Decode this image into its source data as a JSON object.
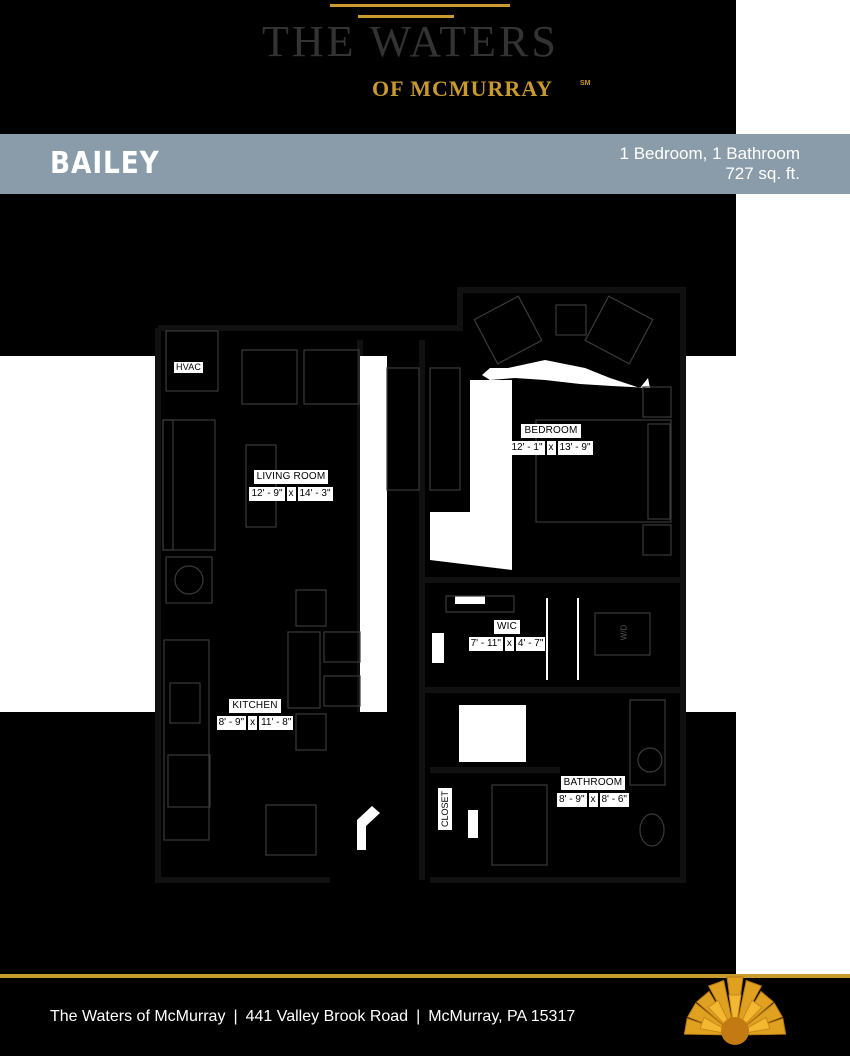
{
  "brand": {
    "name": "THE WATERS",
    "sub": "OF MCMURRAY",
    "mark": "SM",
    "gold": "#c99a2e",
    "band": "#8a9caa"
  },
  "plan": {
    "name": "BAILEY",
    "beds_baths": "1 Bedroom, 1 Bathroom",
    "area": "727 sq. ft."
  },
  "rooms": {
    "hvac": "HVAC",
    "living": {
      "name": "LIVING ROOM",
      "w": "12' - 9\"",
      "x": "x",
      "d": "14' - 3\""
    },
    "bedroom": {
      "name": "BEDROOM",
      "w": "12' - 1\"",
      "x": "x",
      "d": "13' - 9\""
    },
    "wic": {
      "name": "WIC",
      "w": "7' - 11\"",
      "x": "x",
      "d": "4' - 7\""
    },
    "kitchen": {
      "name": "KITCHEN",
      "w": "8' - 9\"",
      "x": "x",
      "d": "11' - 8\""
    },
    "bathroom": {
      "name": "BATHROOM",
      "w": "8' - 9\"",
      "x": "x",
      "d": "8' - 6\""
    },
    "closet": "CLOSET",
    "washer_dryer": "W/D"
  },
  "footer": {
    "community": "The Waters of McMurray",
    "address": "441 Valley Brook Road",
    "city": "McMurray, PA 15317",
    "sep": "|"
  }
}
